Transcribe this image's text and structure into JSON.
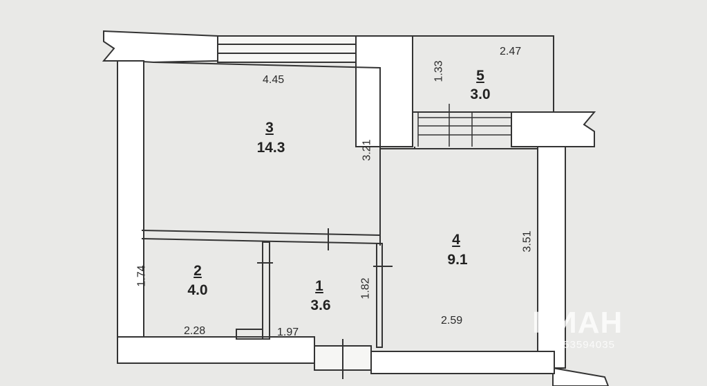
{
  "rooms": [
    {
      "number": "1",
      "area": "3.6"
    },
    {
      "number": "2",
      "area": "4.0"
    },
    {
      "number": "3",
      "area": "14.3"
    },
    {
      "number": "4",
      "area": "9.1"
    },
    {
      "number": "5",
      "area": "3.0"
    }
  ],
  "dimensions": {
    "room3_width": "4.45",
    "room3_height": "3.21",
    "room5_width": "2.47",
    "room5_height": "1.33",
    "room4_height": "3.51",
    "room4_width": "2.59",
    "room2_height": "1.74",
    "room2_width": "2.28",
    "room1_height": "1.82",
    "room1_width": "1.97"
  },
  "watermark": {
    "brand": "ЦИАН",
    "listing_id": "ID 53594035"
  },
  "colors": {
    "background": "#e9e9e7",
    "wall_fill": "#ffffff",
    "wall_stroke": "#333333"
  }
}
